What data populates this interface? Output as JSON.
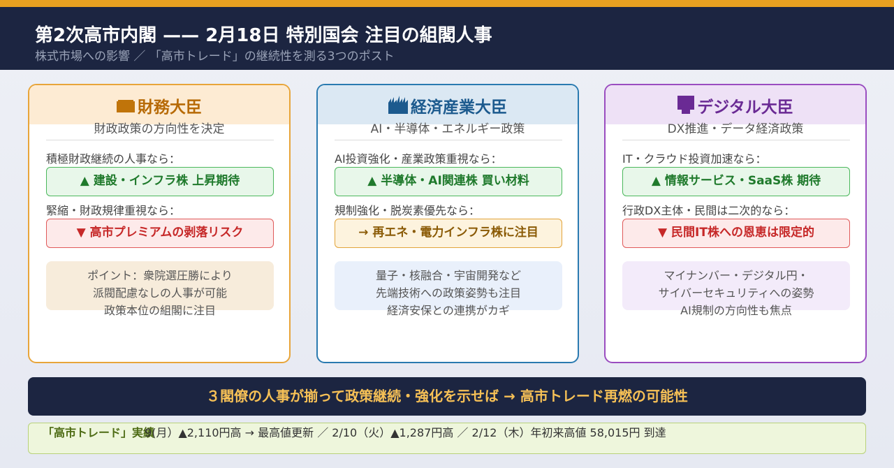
{
  "header": {
    "title": "第2次高市内閣 —— 2月18日 特別国会 注目の組閣人事",
    "subtitle": "株式市場への影響 ／ 「高市トレード」の継続性を測る3つのポスト"
  },
  "cards": [
    {
      "icon": "building-icon",
      "role": "財務大臣",
      "role_sub": "財政政策の方向性を決定",
      "cond_a": "積極財政継続の人事なら：",
      "pill_a": "▲ 建設・インフラ株 上昇期待",
      "cond_b": "緊縮・財政規律重視なら：",
      "pill_b": "▼ 高市プレミアムの剥落リスク",
      "note": [
        "ポイント：衆院選圧勝により",
        "派閥配慮なしの人事が可能",
        "政策本位の組閣に注目"
      ]
    },
    {
      "icon": "factory-icon",
      "role": "経済産業大臣",
      "role_sub": "AI・半導体・エネルギー政策",
      "cond_a": "AI投資強化・産業政策重視なら：",
      "pill_a": "▲ 半導体・AI関連株 買い材料",
      "cond_b": "規制強化・脱炭素優先なら：",
      "pill_b": "→ 再エネ・電力インフラ株に注目",
      "note": [
        "量子・核融合・宇宙開発など",
        "先端技術への政策姿勢も注目",
        "経済安保との連携がカギ"
      ]
    },
    {
      "icon": "computer-icon",
      "role": "デジタル大臣",
      "role_sub": "DX推進・データ経済政策",
      "cond_a": "IT・クラウド投資加速なら：",
      "pill_a": "▲ 情報サービス・SaaS株 期待",
      "cond_b": "行政DX主体・民間は二次的なら：",
      "pill_b": "▼ 民間IT株への恩恵は限定的",
      "note": [
        "マイナンバー・デジタル円・",
        "サイバーセキュリティへの姿勢",
        "AI規制の方向性も焦点"
      ]
    }
  ],
  "banner": "３閣僚の人事が揃って政策継続・強化を示せば → 高市トレード再燃の可能性",
  "results": {
    "label": "「高市トレード」実績",
    "text": "9(月）▲2,110円高 → 最高値更新 ／ 2/10（火）▲1,287円高 ／ 2/12（木）年初来高値 58,015円 到達"
  },
  "colors": {
    "accent_bar": "#e8a020",
    "header_bg": "#1c2541",
    "banner_text": "#f6c056",
    "up": "#1f7a2c",
    "down": "#c62828"
  }
}
